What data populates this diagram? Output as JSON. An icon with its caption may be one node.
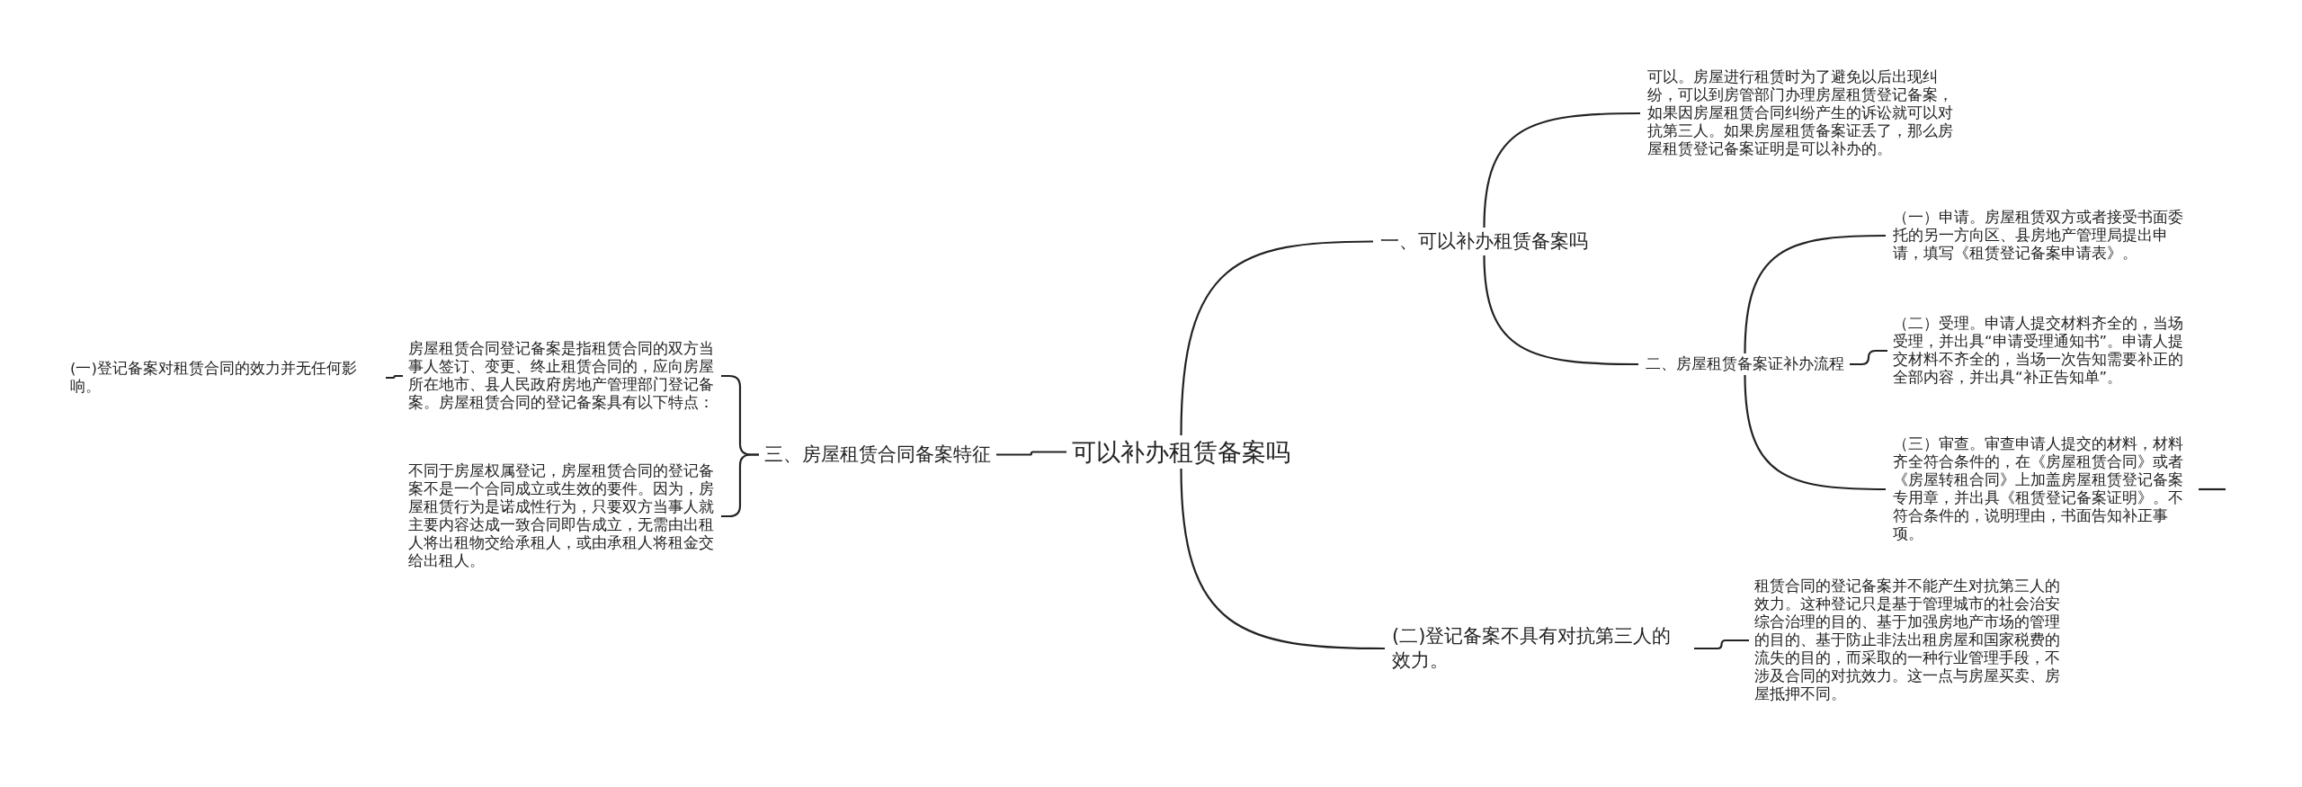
{
  "diagram": {
    "nodes": [
      {
        "text": [
          "可以补办租赁备案吗"
        ]
      },
      {
        "text": [
          "一、可以补办租赁备案吗"
        ]
      },
      {
        "text": [
          "可以。房屋进行租赁时为了避免以后出现纠纷，可以到房管部门办理房屋租赁登记备案，如果因房屋租赁合同纠纷产生的诉讼就可以对抗第三人。如果房屋租赁备案证丢了，那么房屋租赁登记备案证明是可以补办的。"
        ]
      },
      {
        "text": [
          "二、房屋租赁备案证补办流程"
        ]
      },
      {
        "text": [
          "（一）申请。房屋租赁双方或者接受书面委托的另一方向区、县房地产管理局提出申请，填写《租赁登记备案申请表》。"
        ]
      },
      {
        "text": [
          "（二）受理。申请人提交材料齐全的，当场受理，并出具“申请受理通知书”。申请人提交材料不齐全的，当场一次告知需要补正的全部内容，并出具“补正告知单”。"
        ]
      },
      {
        "text": [
          "（三）审查。审查申请人提交的材料，材料齐全符合条件的，在《房屋租赁合同》或者《房屋转租合同》上加盖房屋租赁登记备案专用章，并出具《租赁登记备案证明》。不符合条件的，说明理由，书面告知补正事项。"
        ]
      },
      {
        "text": [
          "(二)登记备案不具有对抗第三人的效力。"
        ]
      },
      {
        "text": [
          "租赁合同的登记备案并不能产生对抗第三人的效力。这种登记只是基于管理城市的社会治安综合治理的目的、基于加强房地产市场的管理的目的、基于防止非法出租房屋和国家税费的流失的目的，而采取的一种行业管理手段，不涉及合同的对抗效力。这一点与房屋买卖、房屋抵押不同。"
        ]
      },
      {
        "text": [
          "三、房屋租赁合同备案特征"
        ]
      },
      {
        "text": [
          "房屋租赁合同登记备案是指租赁合同的双方当事人签订、变更、终止租赁合同的，应向房屋所在地市、县人民政府房地产管理部门登记备案。房屋租赁合同的登记备案具有以下特点："
        ]
      },
      {
        "text": [
          "不同于房屋权属登记，房屋租赁合同的登记备案不是一个合同成立或生效的要件。因为，房屋租赁行为是诺成性行为，只要双方当事人就主要内容达成一致合同即告成立，无需由出租人将出租物交给承租人，或由承租人将租金交给出租人。"
        ]
      },
      {
        "text": [
          "(一)登记备案对租赁合同的效力并无任何影响。"
        ]
      }
    ],
    "edges": [
      {
        "from": 0,
        "to": 1,
        "arrow": "none"
      },
      {
        "from": 1,
        "to": 2,
        "arrow": "none"
      },
      {
        "from": 1,
        "to": 3,
        "arrow": "none"
      },
      {
        "from": 3,
        "to": 4,
        "arrow": "none"
      },
      {
        "from": 3,
        "to": 5,
        "arrow": "none"
      },
      {
        "from": 3,
        "to": 6,
        "arrow": "none"
      },
      {
        "from": 6,
        "to": null,
        "arrow": "none"
      },
      {
        "from": 0,
        "to": 7,
        "arrow": "none"
      },
      {
        "from": 7,
        "to": 8,
        "arrow": "none"
      },
      {
        "from": 0,
        "to": 9,
        "arrow": "none"
      },
      {
        "from": 9,
        "to": 10,
        "arrow": "none"
      },
      {
        "from": 9,
        "to": 11,
        "arrow": "none"
      },
      {
        "from": 10,
        "to": 12,
        "arrow": "none"
      }
    ]
  }
}
